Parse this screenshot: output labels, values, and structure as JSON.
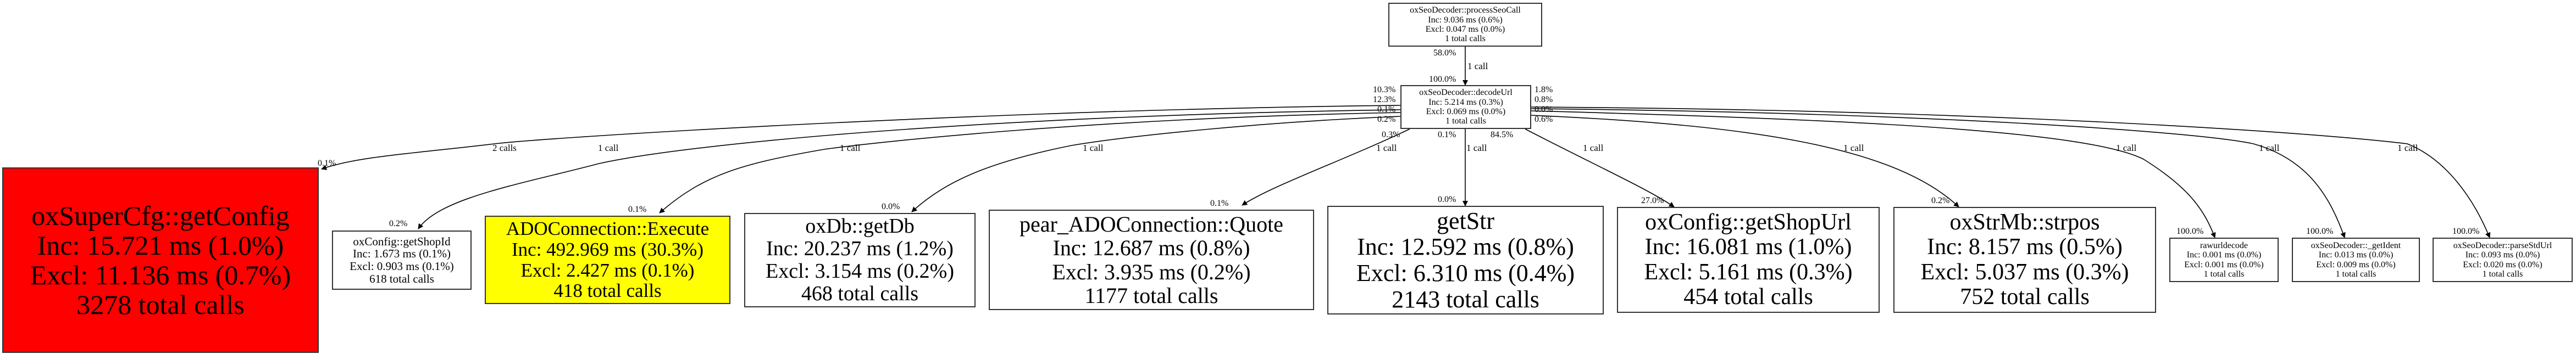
{
  "colors": {
    "hot": "#ff0000",
    "warm": "#ffff00",
    "normal": "#ffffff",
    "edge": "#000000"
  },
  "nodes": {
    "processSeoCall": {
      "name": "oxSeoDecoder::processSeoCall",
      "inc": "Inc: 9.036 ms (0.6%)",
      "excl": "Excl: 0.047 ms (0.0%)",
      "calls": "1 total calls"
    },
    "decodeUrl": {
      "name": "oxSeoDecoder::decodeUrl",
      "inc": "Inc: 5.214 ms (0.3%)",
      "excl": "Excl: 0.069 ms (0.0%)",
      "calls": "1 total calls"
    },
    "getConfig": {
      "name": "oxSuperCfg::getConfig",
      "inc": "Inc: 15.721 ms (1.0%)",
      "excl": "Excl: 11.136 ms (0.7%)",
      "calls": "3278 total calls"
    },
    "getShopId": {
      "name": "oxConfig::getShopId",
      "inc": "Inc: 1.673 ms (0.1%)",
      "excl": "Excl: 0.903 ms (0.1%)",
      "calls": "618 total calls"
    },
    "execute": {
      "name": "ADOConnection::Execute",
      "inc": "Inc: 492.969 ms (30.3%)",
      "excl": "Excl: 2.427 ms (0.1%)",
      "calls": "418 total calls"
    },
    "getDb": {
      "name": "oxDb::getDb",
      "inc": "Inc: 20.237 ms (1.2%)",
      "excl": "Excl: 3.154 ms (0.2%)",
      "calls": "468 total calls"
    },
    "quote": {
      "name": "pear_ADOConnection::Quote",
      "inc": "Inc: 12.687 ms (0.8%)",
      "excl": "Excl: 3.935 ms (0.2%)",
      "calls": "1177 total calls"
    },
    "getStr": {
      "name": "getStr",
      "inc": "Inc: 12.592 ms (0.8%)",
      "excl": "Excl: 6.310 ms (0.4%)",
      "calls": "2143 total calls"
    },
    "getShopUrl": {
      "name": "oxConfig::getShopUrl",
      "inc": "Inc: 16.081 ms (1.0%)",
      "excl": "Excl: 5.161 ms (0.3%)",
      "calls": "454 total calls"
    },
    "strpos": {
      "name": "oxStrMb::strpos",
      "inc": "Inc: 8.157 ms (0.5%)",
      "excl": "Excl: 5.037 ms (0.3%)",
      "calls": "752 total calls"
    },
    "rawurldecode": {
      "name": "rawurldecode",
      "inc": "Inc: 0.001 ms (0.0%)",
      "excl": "Excl: 0.001 ms (0.0%)",
      "calls": "1 total calls"
    },
    "getIdent": {
      "name": "oxSeoDecoder::_getIdent",
      "inc": "Inc: 0.013 ms (0.0%)",
      "excl": "Excl: 0.009 ms (0.0%)",
      "calls": "1 total calls"
    },
    "parseStdUrl": {
      "name": "oxSeoDecoder::parseStdUrl",
      "inc": "Inc: 0.093 ms (0.0%)",
      "excl": "Excl: 0.020 ms (0.0%)",
      "calls": "1 total calls"
    }
  },
  "edges": {
    "processSeoCall_decodeUrl": {
      "calls": "1 call",
      "tail": "58.0%",
      "head": "100.0%"
    },
    "getConfig": {
      "calls": "2 calls",
      "head": "0.1%"
    },
    "getShopId": {
      "calls": "1 call",
      "head": "0.2%"
    },
    "execute": {
      "calls": "1 call",
      "head": "0.1%"
    },
    "getDb": {
      "calls": "1 call",
      "head": "0.0%"
    },
    "quote": {
      "calls": "1 call",
      "tail": "0.3%",
      "head": "0.1%"
    },
    "getStr": {
      "calls": "1 call",
      "tail": "0.1%",
      "head": "0.0%"
    },
    "getShopUrl": {
      "calls": "1 call",
      "tail": "84.5%",
      "head": "27.0%"
    },
    "strpos": {
      "calls": "1 call",
      "head": "0.2%"
    },
    "rawurldecode": {
      "calls": "1 call",
      "head": "100.0%"
    },
    "getIdent": {
      "calls": "1 call",
      "head": "100.0%"
    },
    "parseStdUrl": {
      "calls": "1 call",
      "head": "100.0%"
    }
  },
  "tail_labels": {
    "left_upper": [
      "10.3%",
      "12.3%"
    ],
    "left_lower": [
      "0.1%",
      "0.2%"
    ],
    "right_upper": [
      "1.8%",
      "0.8%"
    ],
    "right_lower": [
      "0.0%",
      "0.6%"
    ]
  }
}
